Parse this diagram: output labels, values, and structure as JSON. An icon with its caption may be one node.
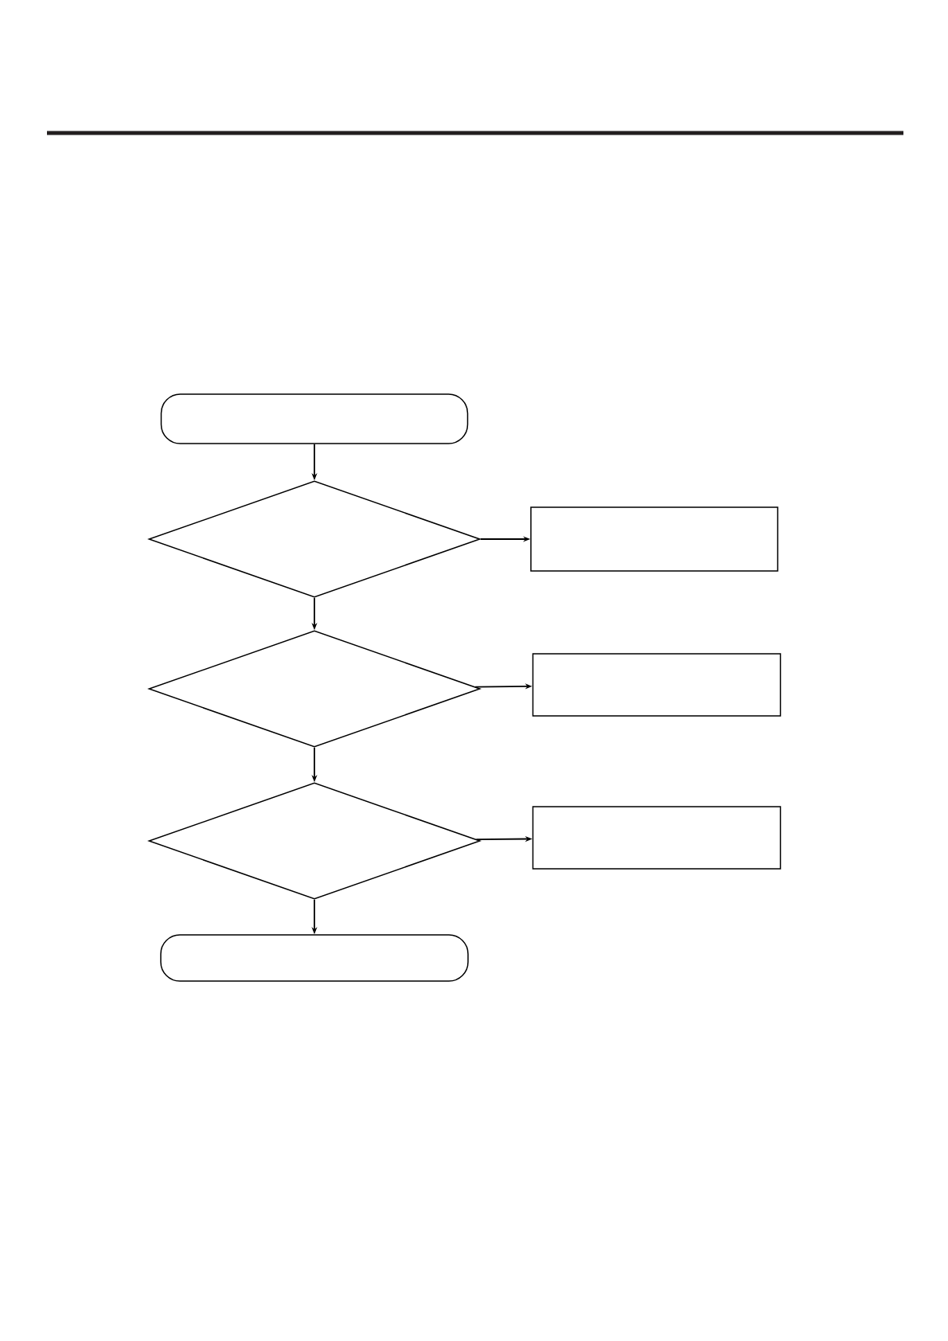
{
  "diagram": {
    "nodes": [
      {
        "text": [],
        "shape": "pill"
      },
      {
        "text": [],
        "shape": "diamond"
      },
      {
        "text": [],
        "shape": "box"
      },
      {
        "text": [],
        "shape": "diamond"
      },
      {
        "text": [],
        "shape": "box"
      },
      {
        "text": [],
        "shape": "diamond"
      },
      {
        "text": [],
        "shape": "box"
      },
      {
        "text": [],
        "shape": "pill"
      }
    ],
    "edges": [
      {
        "from": 0,
        "to": 1,
        "arrow": "to"
      },
      {
        "from": 1,
        "to": 2,
        "arrow": "to"
      },
      {
        "from": 1,
        "to": 3,
        "arrow": "to"
      },
      {
        "from": 3,
        "to": 4,
        "arrow": "to"
      },
      {
        "from": 3,
        "to": 5,
        "arrow": "to"
      },
      {
        "from": 5,
        "to": 6,
        "arrow": "to"
      },
      {
        "from": 5,
        "to": 7,
        "arrow": "to"
      }
    ]
  }
}
